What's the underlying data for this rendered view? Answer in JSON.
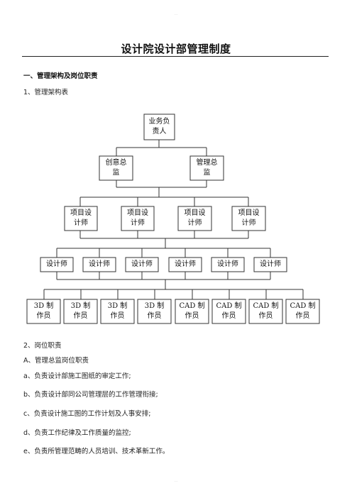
{
  "header_mark": "-----",
  "footer_mark": "-----",
  "title": "设计院设计部管理制度",
  "section1": {
    "heading": "一、管理架构及岗位职责",
    "sub_heading": "1、管理架构表"
  },
  "org_chart": {
    "root": [
      "业务负",
      "责人"
    ],
    "directors": [
      [
        "创意总",
        "监"
      ],
      [
        "管理总",
        "监"
      ]
    ],
    "project_designers": [
      [
        "项目设",
        "计师"
      ],
      [
        "项目设",
        "计师"
      ],
      [
        "项目设",
        "计师"
      ],
      [
        "项目设",
        "计师"
      ]
    ],
    "designers": [
      "设计师",
      "设计师",
      "设计师",
      "设计师",
      "设计师",
      "设计师"
    ],
    "drafters": [
      [
        "3D 制",
        "作员"
      ],
      [
        "3D 制",
        "作员"
      ],
      [
        "3D 制",
        "作员"
      ],
      [
        "3D 制",
        "作员"
      ],
      [
        "CAD 制",
        "作员"
      ],
      [
        "CAD 制",
        "作员"
      ],
      [
        "CAD 制",
        "作员"
      ],
      [
        "CAD 制",
        "作员"
      ]
    ]
  },
  "section2": {
    "heading": "2、岗位职责",
    "sub_heading": "A、管理总监岗位职责",
    "items": [
      "a、负责设计部施工图纸的审定工作;",
      "b、负责设计部同公司管理层的工作管理衔接;",
      "c、负责设计施工图的工作计划及人事安排;",
      "d、负责工作纪律及工作质量的监控;",
      "e、负责所管理范畴的人员培训、技术革新工作。"
    ]
  }
}
